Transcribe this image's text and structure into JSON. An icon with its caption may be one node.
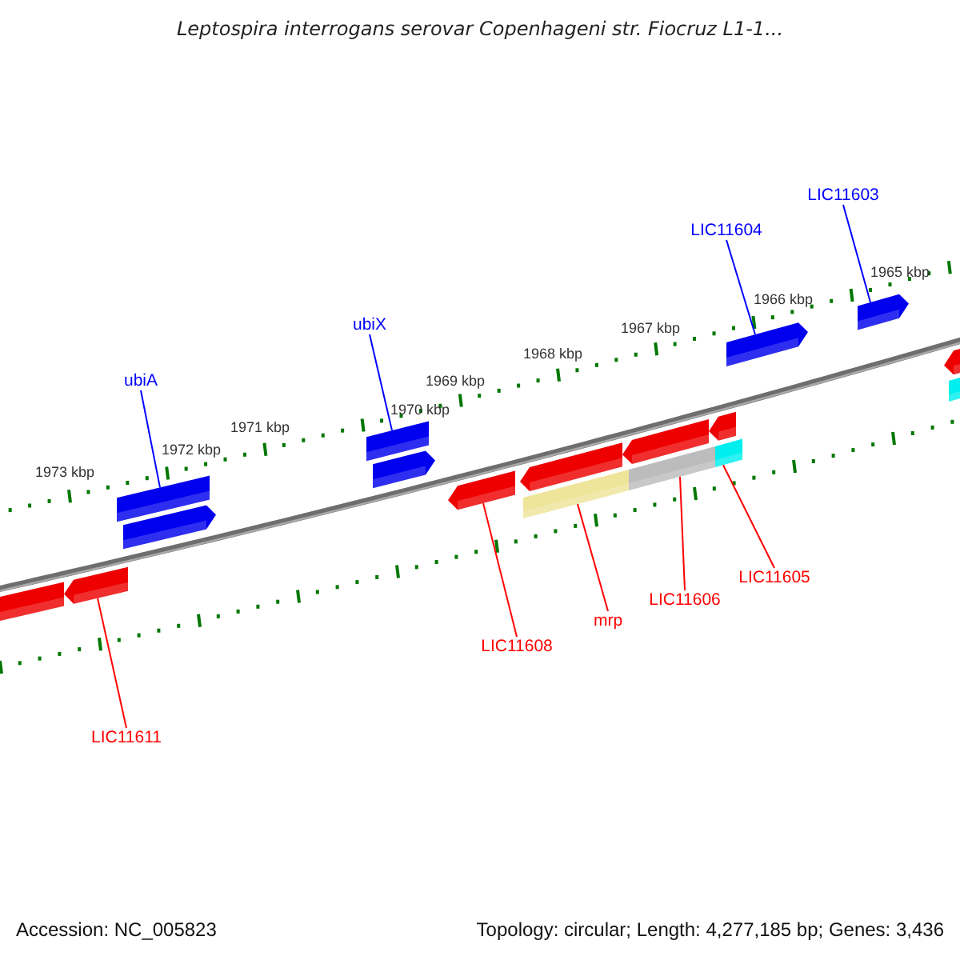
{
  "diagram": {
    "title": "Leptospira interrogans serovar Copenhageni str. Fiocruz L1-1...",
    "nodes": [
      {
        "text": [
          "ubiA"
        ]
      },
      {
        "text": [
          "ubiX"
        ]
      },
      {
        "text": [
          "LIC11604"
        ]
      },
      {
        "text": [
          "LIC11603"
        ]
      },
      {
        "text": [
          "LIC11611"
        ]
      },
      {
        "text": [
          "LIC11608"
        ]
      },
      {
        "text": [
          "mrp"
        ]
      },
      {
        "text": [
          "LIC11606"
        ]
      },
      {
        "text": [
          "LIC11605"
        ]
      },
      {
        "text": [],
        "shape": "arrow"
      },
      {
        "text": [],
        "shape": "bar"
      },
      {
        "text": [],
        "shape": "bar"
      },
      {
        "text": [],
        "shape": "arrow"
      },
      {
        "text": [],
        "shape": "bar"
      },
      {
        "text": [],
        "shape": "bar"
      },
      {
        "text": [],
        "shape": "bar"
      },
      {
        "text": [],
        "shape": "arrow"
      },
      {
        "text": [],
        "shape": "arrow"
      }
    ],
    "edges": [
      {
        "from": 0,
        "to": 10,
        "arrow": "none",
        "color": "#0000ff"
      },
      {
        "from": 1,
        "to": 11,
        "arrow": "none",
        "color": "#0000ff"
      },
      {
        "from": 2,
        "to": 16,
        "arrow": "none",
        "color": "#0000ff"
      },
      {
        "from": 3,
        "to": 17,
        "arrow": "none",
        "color": "#0000ff"
      },
      {
        "from": 4,
        "to": 9,
        "arrow": "none",
        "color": "#ff0000"
      },
      {
        "from": 5,
        "to": 12,
        "arrow": "none",
        "color": "#ff0000"
      },
      {
        "from": 6,
        "to": 13,
        "arrow": "none",
        "color": "#ff0000"
      },
      {
        "from": 7,
        "to": 14,
        "arrow": "none",
        "color": "#ff0000"
      },
      {
        "from": 8,
        "to": 15,
        "arrow": "none",
        "color": "#ff0000"
      }
    ],
    "labels": [
      "1973 kbp",
      "1972 kbp",
      "1971 kbp",
      "1970 kbp",
      "1969 kbp",
      "1968 kbp",
      "1967 kbp",
      "1966 kbp",
      "1965 kbp",
      "Accession: NC_005823",
      "Topology: circular; Length: 4,277,185 bp; Genes: 3,436"
    ]
  }
}
